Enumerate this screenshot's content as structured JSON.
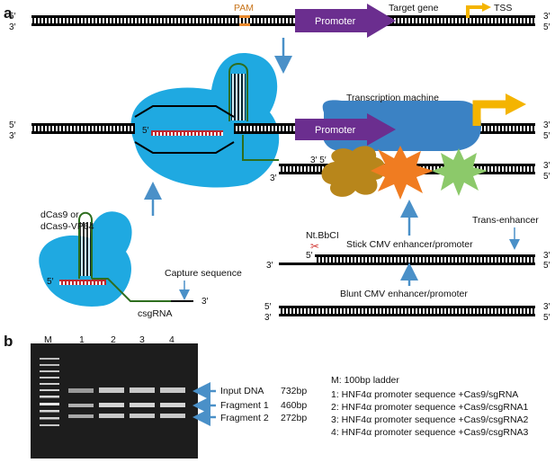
{
  "panel_a": {
    "panel_label": "a",
    "strand_5": "5′",
    "strand_3": "3′",
    "pam": "PAM",
    "promoter": "Promoter",
    "target_gene": "Target gene",
    "tss": "TSS",
    "transcription_machine": "Transcription machine",
    "dcas9": "dCas9 or",
    "dcas9_vp64": "dCas9-VP64",
    "capture_sequence": "Capture sequence",
    "csgrna": "csgRNA",
    "nt_bbcl": "Nt.BbCI",
    "stick_cmv": "Stick CMV enhancer/promoter",
    "trans_enhancer": "Trans-enhancer",
    "blunt_cmv": "Blunt CMV enhancer/promoter",
    "junction_label": "3′ 5′"
  },
  "panel_b": {
    "panel_label": "b",
    "lanes": [
      "M",
      "1",
      "2",
      "3",
      "4"
    ],
    "bands": [
      {
        "name": "Input DNA",
        "size": "732bp"
      },
      {
        "name": "Fragment 1",
        "size": "460bp"
      },
      {
        "name": "Fragment 2",
        "size": "272bp"
      }
    ],
    "legend": [
      "M: 100bp ladder",
      "1: HNF4α promoter sequence +Cas9/sgRNA",
      "2: HNF4α promoter sequence +Cas9/csgRNA1",
      "3: HNF4α promoter sequence +Cas9/csgRNA2",
      "4: HNF4α promoter sequence +Cas9/csgRNA3"
    ]
  },
  "colors": {
    "arrow": "#4a90c8",
    "cas9": "#1fa9e1",
    "promoter": "#6b2e8f",
    "tss": "#f4b400",
    "transcription_machine": "#3b82c4",
    "factor_brown": "#b8861b",
    "factor_orange": "#f07c21",
    "factor_green": "#8cc96a",
    "rna": "#2e6e1e",
    "spacer": "#d0312d",
    "pam": "#e8882c"
  }
}
